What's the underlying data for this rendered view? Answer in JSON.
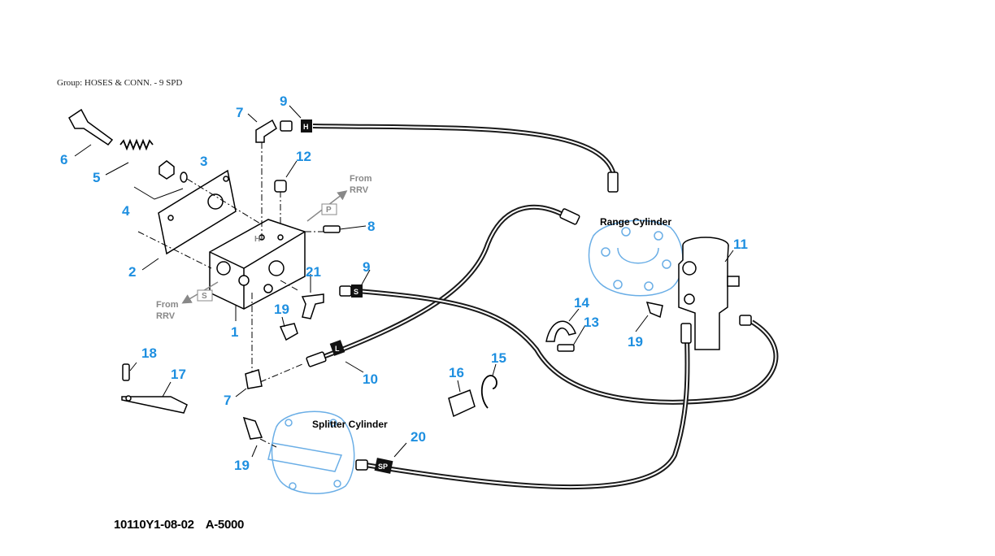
{
  "header": {
    "group_label": "Group: HOSES & CONN. - 9 SPD"
  },
  "footer": {
    "figure_code": "10110Y1-08-02",
    "figure_ref": "A-5000"
  },
  "components": {
    "range_cylinder": "Range Cylinder",
    "splitter_cylinder": "Splitter Cylinder"
  },
  "flow_labels": {
    "from_rrv_top_line1": "From",
    "from_rrv_top_line2": "RRV",
    "from_rrv_left_line1": "From",
    "from_rrv_left_line2": "RRV",
    "port_p": "P",
    "port_s": "S",
    "port_h": "H"
  },
  "hose_tags": {
    "h": "H",
    "s": "S",
    "l": "L",
    "sp": "SP"
  },
  "callouts": {
    "c1": "1",
    "c2": "2",
    "c3": "3",
    "c4": "4",
    "c5": "5",
    "c6": "6",
    "c7a": "7",
    "c7b": "7",
    "c8": "8",
    "c9a": "9",
    "c9b": "9",
    "c10": "10",
    "c11": "11",
    "c12": "12",
    "c13": "13",
    "c14": "14",
    "c15": "15",
    "c16": "16",
    "c17": "17",
    "c18": "18",
    "c19a": "19",
    "c19b": "19",
    "c19c": "19",
    "c20": "20",
    "c21": "21"
  },
  "colors": {
    "callout": "#1e8fe0",
    "cylinder_outline": "#6aaee6",
    "hose": "#1a1a1a",
    "flow_text": "#888888"
  }
}
